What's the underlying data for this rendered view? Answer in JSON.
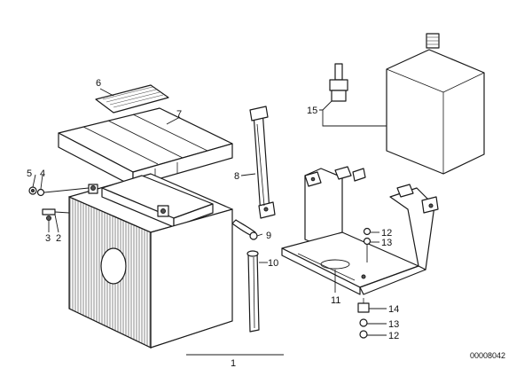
{
  "callouts": [
    {
      "id": "c1",
      "label": "1"
    },
    {
      "id": "c2",
      "label": "2"
    },
    {
      "id": "c3",
      "label": "3"
    },
    {
      "id": "c4",
      "label": "4"
    },
    {
      "id": "c5",
      "label": "5"
    },
    {
      "id": "c6",
      "label": "6"
    },
    {
      "id": "c7",
      "label": "7"
    },
    {
      "id": "c8",
      "label": "8"
    },
    {
      "id": "c9",
      "label": "9"
    },
    {
      "id": "c10",
      "label": "10"
    },
    {
      "id": "c11",
      "label": "11"
    },
    {
      "id": "c12a",
      "label": "12"
    },
    {
      "id": "c13a",
      "label": "13"
    },
    {
      "id": "c14",
      "label": "14"
    },
    {
      "id": "c13b",
      "label": "13"
    },
    {
      "id": "c12b",
      "label": "12"
    },
    {
      "id": "c15",
      "label": "15"
    }
  ],
  "diagram_code": "00008042"
}
